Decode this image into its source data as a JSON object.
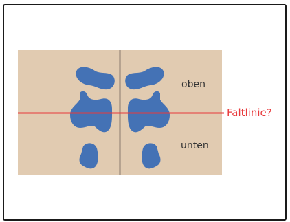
{
  "diagram": {
    "label_top": "oben",
    "label_bottom": "unten",
    "fold_question": "Faltlinie?",
    "colors": {
      "paper": "#e1cbb1",
      "blot": "#4472b5",
      "center_crease": "#8b7b6e",
      "fold_line": "#e83a3c",
      "frame": "#1a1a1a"
    }
  }
}
